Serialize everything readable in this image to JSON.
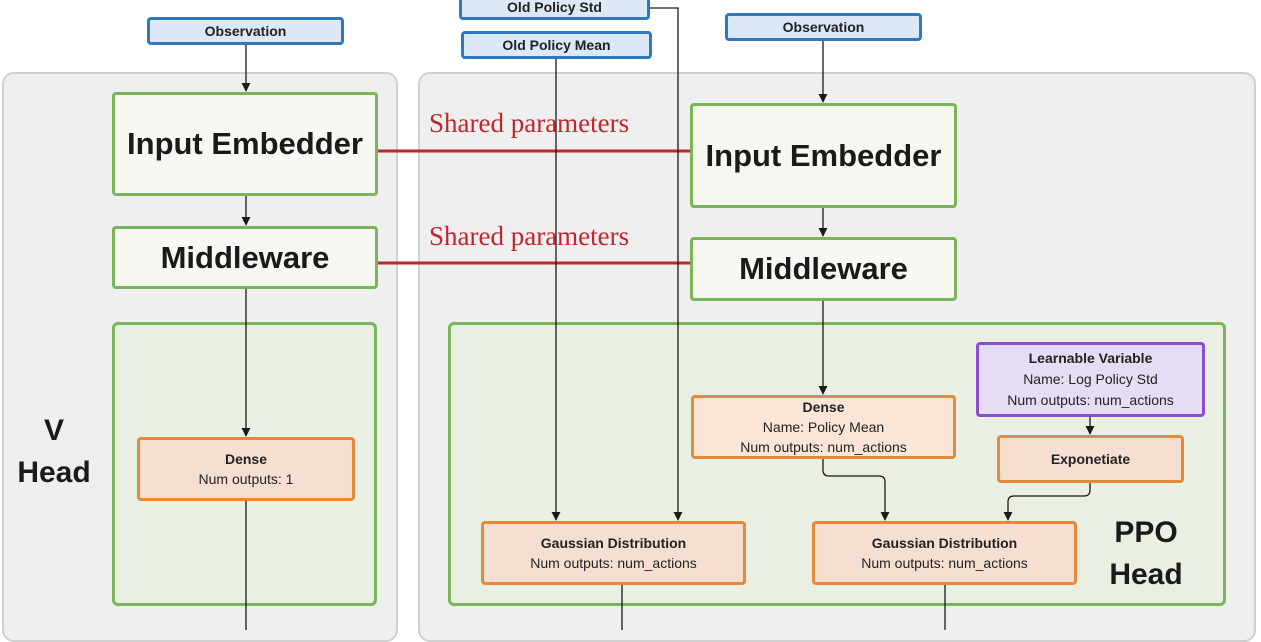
{
  "left": {
    "observation": "Observation",
    "input_embedder": "Input Embedder",
    "middleware": "Middleware",
    "head_label_line1": "V",
    "head_label_line2": "Head",
    "dense": {
      "title": "Dense",
      "line1": "Num outputs: 1"
    }
  },
  "right": {
    "observation": "Observation",
    "old_policy_std": "Old Policy Std",
    "old_policy_mean": "Old Policy Mean",
    "input_embedder": "Input Embedder",
    "middleware": "Middleware",
    "head_label_line1": "PPO",
    "head_label_line2": "Head",
    "learnable_variable": {
      "title": "Learnable Variable",
      "line1": "Name: Log Policy Std",
      "line2": "Num outputs: num_actions"
    },
    "dense": {
      "title": "Dense",
      "line1": "Name: Policy Mean",
      "line2": "Num outputs: num_actions"
    },
    "exponentiate": "Exponetiate",
    "gaussian_old": {
      "title": "Gaussian Distribution",
      "line1": "Num outputs: num_actions"
    },
    "gaussian_new": {
      "title": "Gaussian Distribution",
      "line1": "Num outputs: num_actions"
    }
  },
  "shared": {
    "embedder_label": "Shared parameters",
    "middleware_label": "Shared parameters"
  },
  "colors": {
    "shared_line": "#c0272d",
    "green_border": "#7bb55a",
    "blue_border": "#2f78bf",
    "orange_border": "#e58a3b",
    "purple_border": "#8a4fcf"
  }
}
